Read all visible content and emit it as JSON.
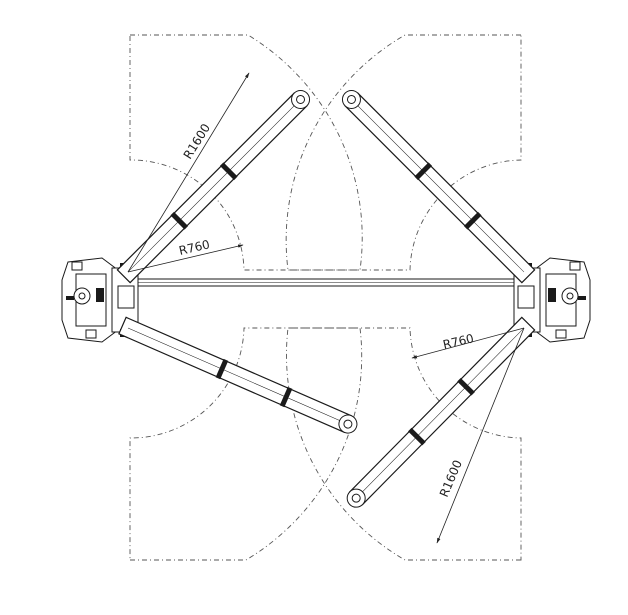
{
  "labels": {
    "radius_outer_top": "R1600",
    "radius_inner_top": "R760",
    "radius_inner_bottom": "R760",
    "radius_outer_bottom": "R1600"
  }
}
